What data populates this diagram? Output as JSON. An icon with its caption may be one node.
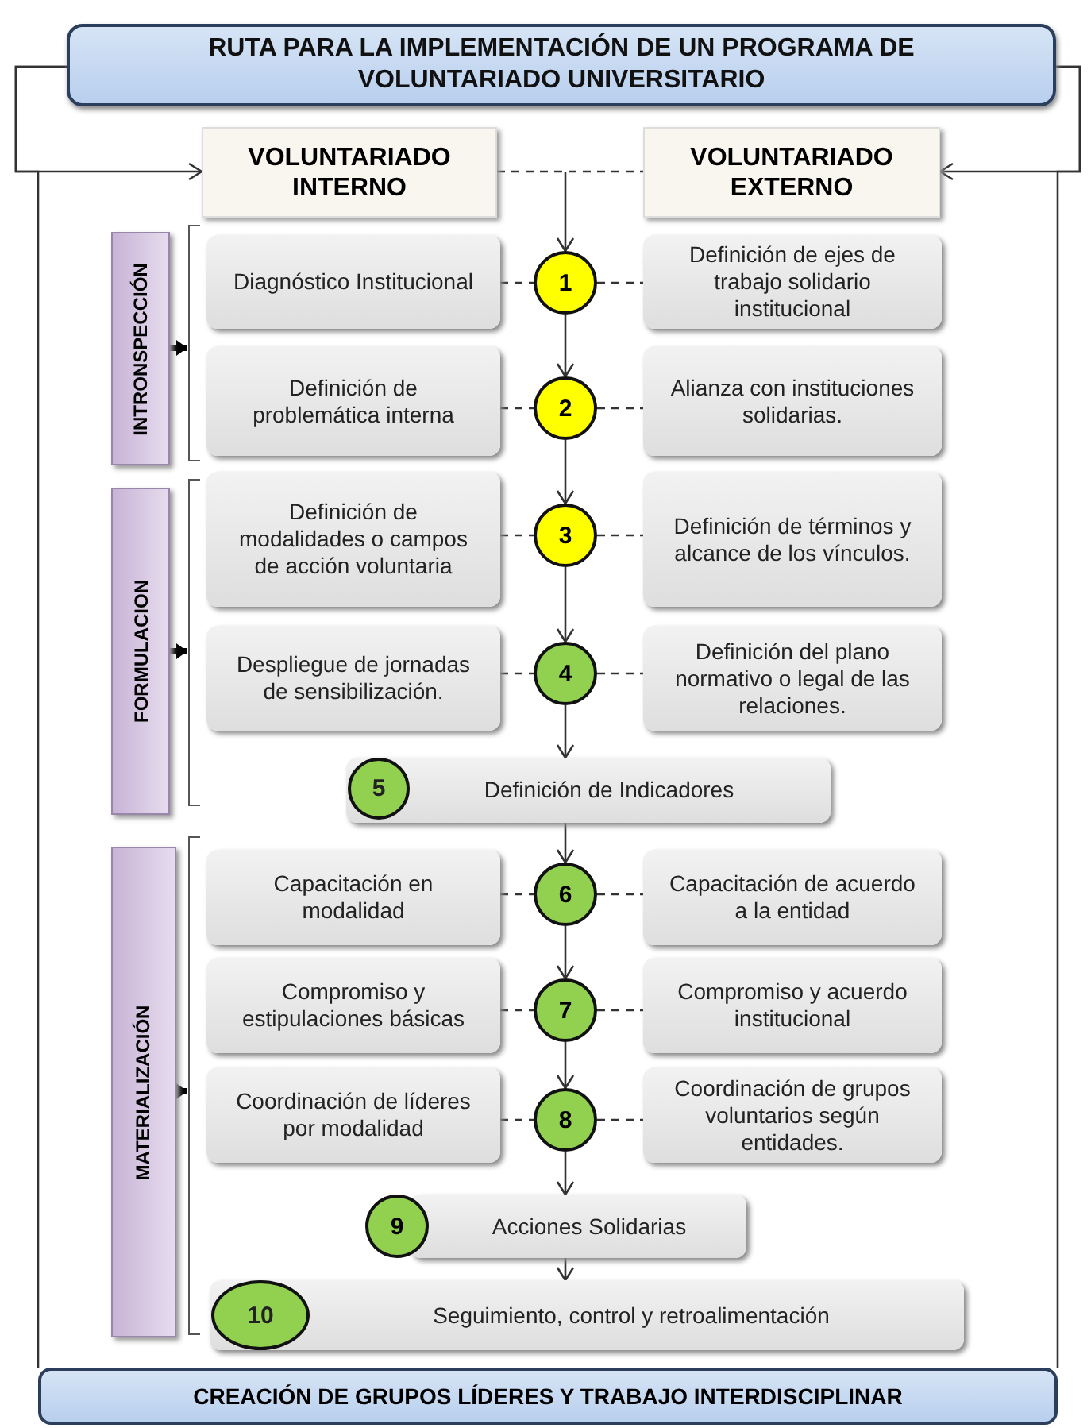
{
  "diagram": {
    "nodes": [
      {
        "text": [
          "RUTA PARA LA IMPLEMENTACIÓN DE UN PROGRAMA DE VOLUNTARIADO UNIVERSITARIO"
        ]
      },
      {
        "text": [
          "VOLUNTARIADO INTERNO"
        ]
      },
      {
        "text": [
          "VOLUNTARIADO EXTERNO"
        ]
      },
      {
        "text": [
          "INTRONSPECCIÓN"
        ]
      },
      {
        "text": [
          "Diagnóstico Institucional"
        ]
      },
      {
        "text": [
          "1"
        ]
      },
      {
        "text": [
          "Definición de ejes de trabajo solidario institucional"
        ]
      },
      {
        "text": [
          "Definición de problemática interna"
        ]
      },
      {
        "text": [
          "2"
        ]
      },
      {
        "text": [
          "Alianza con instituciones solidarias."
        ]
      },
      {
        "text": [
          "FORMULACION"
        ]
      },
      {
        "text": [
          "Definición de modalidades o campos de acción voluntaria"
        ]
      },
      {
        "text": [
          "3"
        ]
      },
      {
        "text": [
          "Definición de términos y alcance de los vínculos."
        ]
      },
      {
        "text": [
          "Despliegue de jornadas de sensibilización."
        ]
      },
      {
        "text": [
          "4"
        ]
      },
      {
        "text": [
          "Definición del plano normativo o legal de las relaciones."
        ]
      },
      {
        "text": [
          "Definición de Indicadores"
        ]
      },
      {
        "text": [
          "5"
        ],
        "in": 17
      },
      {
        "text": [
          "MATERIALIZACIÓN"
        ]
      },
      {
        "text": [
          "Capacitación en modalidad"
        ]
      },
      {
        "text": [
          "6"
        ]
      },
      {
        "text": [
          "Capacitación de acuerdo a la entidad"
        ]
      },
      {
        "text": [
          "Compromiso y estipulaciones básicas"
        ]
      },
      {
        "text": [
          "7"
        ]
      },
      {
        "text": [
          "Compromiso y acuerdo institucional"
        ]
      },
      {
        "text": [
          "Coordinación de líderes por modalidad"
        ]
      },
      {
        "text": [
          "8"
        ]
      },
      {
        "text": [
          "Coordinación de grupos voluntarios según entidades."
        ]
      },
      {
        "text": [
          "9"
        ]
      },
      {
        "text": [
          "Acciones Solidarias"
        ]
      },
      {
        "text": [
          "Seguimiento, control y retroalimentación"
        ]
      },
      {
        "text": [
          "10"
        ],
        "in": 31
      },
      {
        "text": [
          "CREACIÓN DE GRUPOS LÍDERES Y TRABAJO INTERDISCIPLINAR"
        ]
      },
      {
        "text": [],
        "shape": "bracket"
      },
      {
        "text": [],
        "shape": "bracket"
      },
      {
        "text": [],
        "shape": "bracket"
      }
    ],
    "edges": [
      {
        "from": 0,
        "to": 1,
        "arrow": "to"
      },
      {
        "from": 0,
        "to": 2,
        "arrow": "to"
      },
      {
        "from": 0,
        "to": 33,
        "arrow": "none"
      },
      {
        "from": 0,
        "to": 33,
        "arrow": "none"
      },
      {
        "from": 1,
        "to": 2,
        "arrow": "none",
        "style": "dashed"
      },
      {
        "from": null,
        "to": 5,
        "arrow": "to"
      },
      {
        "from": 5,
        "to": 8,
        "arrow": "to"
      },
      {
        "from": 8,
        "to": 12,
        "arrow": "to"
      },
      {
        "from": 12,
        "to": 15,
        "arrow": "to"
      },
      {
        "from": 15,
        "to": 17,
        "arrow": "to"
      },
      {
        "from": 17,
        "to": 21,
        "arrow": "to"
      },
      {
        "from": 21,
        "to": 24,
        "arrow": "to"
      },
      {
        "from": 24,
        "to": 27,
        "arrow": "to"
      },
      {
        "from": 27,
        "to": 30,
        "arrow": "to"
      },
      {
        "from": 30,
        "to": 31,
        "arrow": "to"
      },
      {
        "from": 4,
        "to": 5,
        "arrow": "none",
        "style": "dashed"
      },
      {
        "from": 5,
        "to": 6,
        "arrow": "none",
        "style": "dashed"
      },
      {
        "from": 7,
        "to": 8,
        "arrow": "none",
        "style": "dashed"
      },
      {
        "from": 8,
        "to": 9,
        "arrow": "none",
        "style": "dashed"
      },
      {
        "from": 11,
        "to": 12,
        "arrow": "none",
        "style": "dashed"
      },
      {
        "from": 12,
        "to": 13,
        "arrow": "none",
        "style": "dashed"
      },
      {
        "from": 14,
        "to": 15,
        "arrow": "none",
        "style": "dashed"
      },
      {
        "from": 15,
        "to": 16,
        "arrow": "none",
        "style": "dashed"
      },
      {
        "from": 20,
        "to": 21,
        "arrow": "none",
        "style": "dashed"
      },
      {
        "from": 21,
        "to": 22,
        "arrow": "none",
        "style": "dashed"
      },
      {
        "from": 23,
        "to": 24,
        "arrow": "none",
        "style": "dashed"
      },
      {
        "from": 24,
        "to": 25,
        "arrow": "none",
        "style": "dashed"
      },
      {
        "from": 26,
        "to": 27,
        "arrow": "none",
        "style": "dashed"
      },
      {
        "from": 27,
        "to": 28,
        "arrow": "none",
        "style": "dashed"
      },
      {
        "from": 3,
        "to": 34,
        "arrow": "to",
        "style": "thick"
      },
      {
        "from": 10,
        "to": 35,
        "arrow": "to",
        "style": "thick"
      },
      {
        "from": 19,
        "to": 36,
        "arrow": "to",
        "style": "thick"
      }
    ]
  }
}
